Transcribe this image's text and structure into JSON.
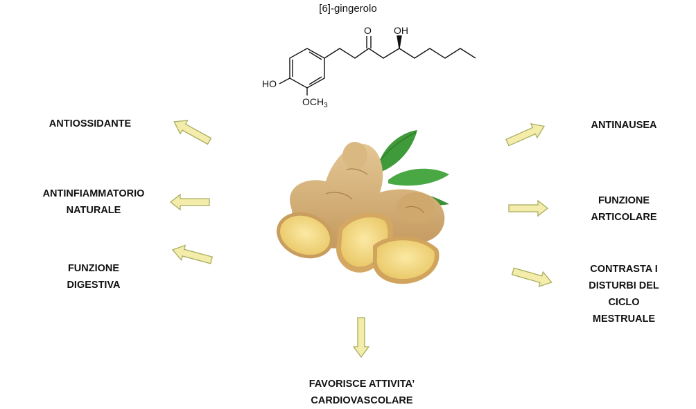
{
  "molecule": {
    "name": "[6]-gingerolo",
    "atoms": {
      "carbonyl_o": "O",
      "oh_top": "OH",
      "ho": "HO",
      "och3": "OCH",
      "och3_sub": "3"
    }
  },
  "benefits": {
    "antiossidante": "ANTIOSSIDANTE",
    "antinfiammatorio": "ANTINFIAMMATORIO\nNATURALE",
    "funzione_digestiva": "FUNZIONE\nDIGESTIVA",
    "antinausea": "ANTINAUSEA",
    "funzione_articolare": "FUNZIONE\nARTICOLARE",
    "disturbi_ciclo": "CONTRASTA I\nDISTURBI DEL\nCICLO\nMESTRUALE",
    "cardiovascolare": "FAVORISCE ATTIVITA’\nCARDIOVASCOLARE"
  },
  "colors": {
    "arrow_fill": "#f3ecaa",
    "arrow_stroke": "#a8ad5e",
    "ginger_skin": "#d7b57e",
    "ginger_flesh": "#f0d479",
    "leaf": "#3f9a3a"
  }
}
